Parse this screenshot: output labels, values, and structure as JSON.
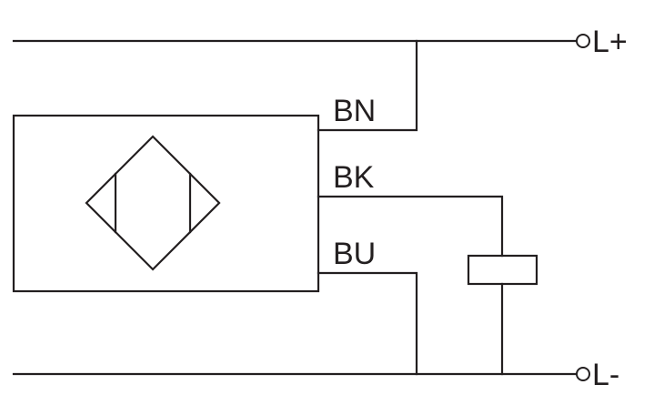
{
  "diagram": {
    "terminals": {
      "positive": "L+",
      "negative": "L-"
    },
    "wires": {
      "brown": "BN",
      "black": "BK",
      "blue": "BU"
    },
    "colors": {
      "line": "#231f20",
      "background": "#ffffff"
    },
    "components": {
      "sensor_symbol": "inductive-sensor-icon",
      "load": "load-resistor-icon"
    }
  }
}
